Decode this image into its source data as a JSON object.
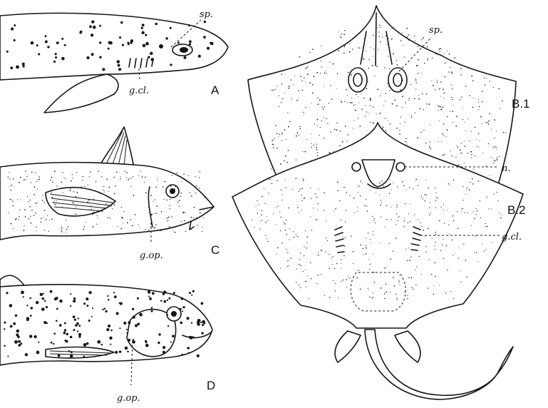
{
  "figure": {
    "colors": {
      "ink": "#151515",
      "paper": "#ffffff"
    },
    "panels": [
      {
        "id": "A",
        "letter": "A",
        "labels": [
          "sp.",
          "g.cl."
        ]
      },
      {
        "id": "C",
        "letter": "C",
        "labels": [
          "g.op."
        ]
      },
      {
        "id": "D",
        "letter": "D",
        "labels": [
          "g.op."
        ]
      },
      {
        "id": "B1",
        "letter": "B.1",
        "labels": [
          "sp."
        ]
      },
      {
        "id": "B2",
        "letter": "B.2",
        "labels": [
          "n.",
          "g.cl."
        ]
      }
    ]
  }
}
